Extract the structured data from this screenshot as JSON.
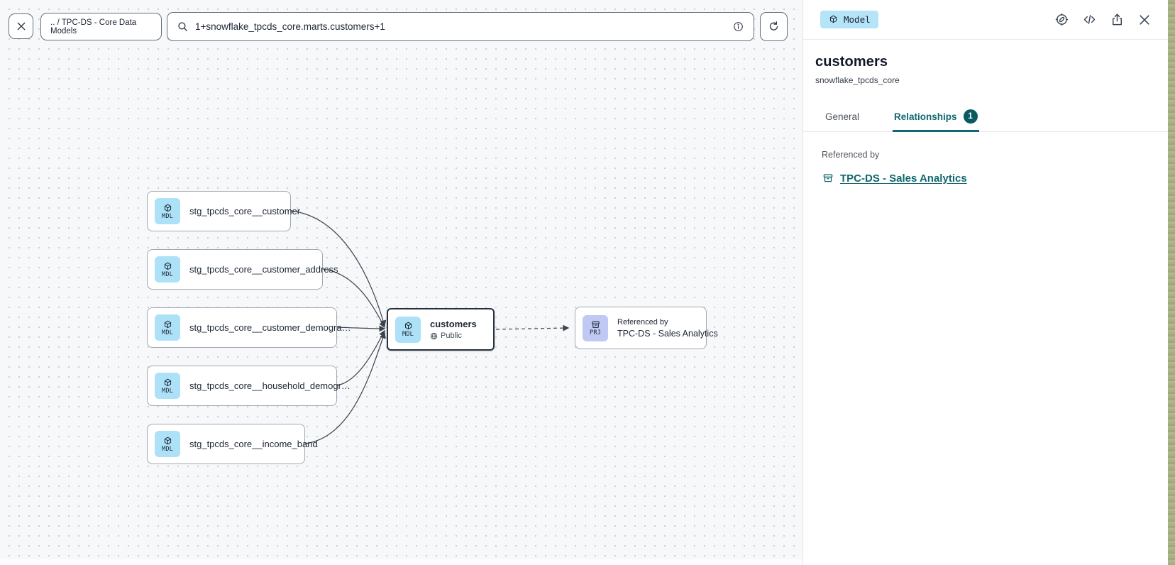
{
  "toolbar": {
    "breadcrumb": ".. / TPC-DS - Core Data Models",
    "search_value": "1+snowflake_tpcds_core.marts.customers+1"
  },
  "canvas": {
    "upstream_nodes": [
      {
        "badge": "MDL",
        "label": "stg_tpcds_core__customer"
      },
      {
        "badge": "MDL",
        "label": "stg_tpcds_core__customer_address"
      },
      {
        "badge": "MDL",
        "label": "stg_tpcds_core__customer_demogra…"
      },
      {
        "badge": "MDL",
        "label": "stg_tpcds_core__household_demogr…"
      },
      {
        "badge": "MDL",
        "label": "stg_tpcds_core__income_band"
      }
    ],
    "selected_node": {
      "badge": "MDL",
      "label": "customers",
      "access": "Public"
    },
    "downstream_node": {
      "badge": "PRJ",
      "caption": "Referenced by",
      "label": "TPC-DS - Sales Analytics"
    }
  },
  "panel": {
    "type_badge": "Model",
    "title": "customers",
    "subtitle": "snowflake_tpcds_core",
    "tabs": {
      "general": "General",
      "relationships": "Relationships",
      "relationships_count": "1"
    },
    "referenced_by": {
      "section_label": "Referenced by",
      "link": "TPC-DS - Sales Analytics"
    }
  },
  "colors": {
    "teal_text": "#0e686e",
    "teal_badge": "#0a5a61",
    "model_icon_blue": "#ade1f8",
    "project_icon_purple": "#c0c8f4",
    "canvas_bg": "#f7f8fa",
    "edge_stroke": "#3c434c"
  }
}
